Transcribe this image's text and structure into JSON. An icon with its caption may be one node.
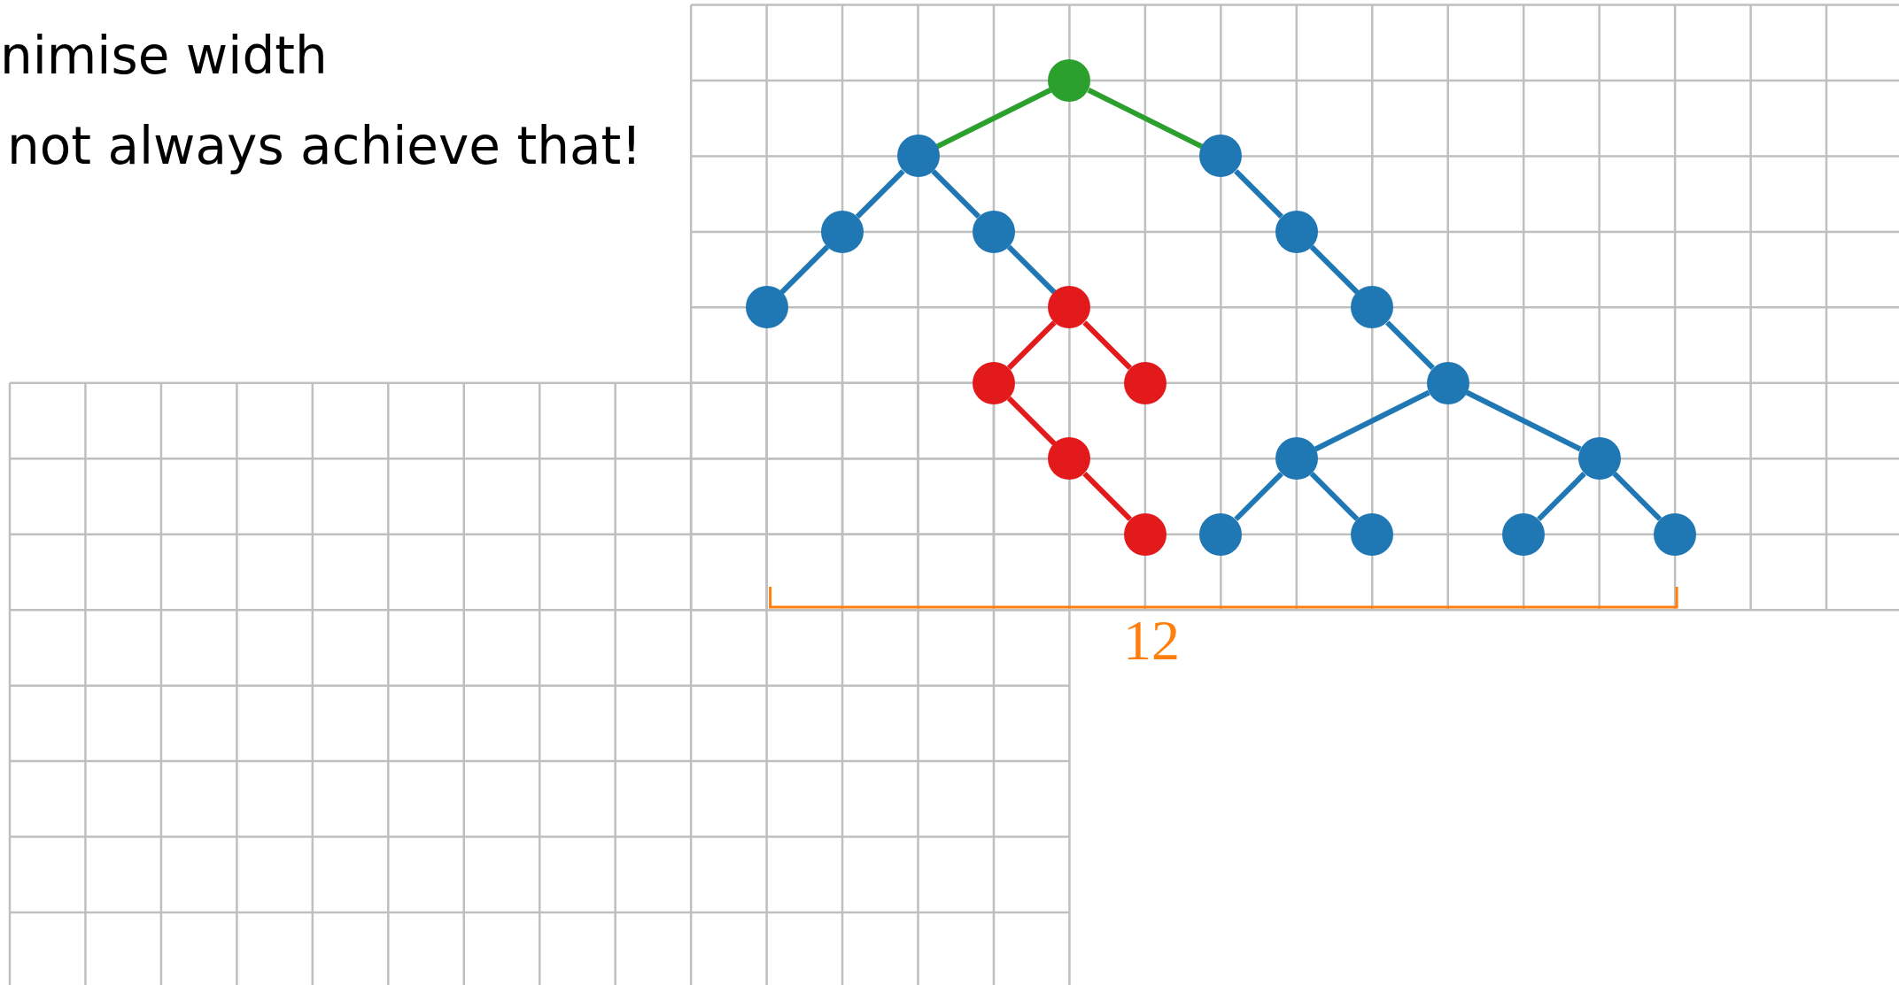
{
  "diagram": {
    "nodes": [
      {
        "text": [],
        "shape": "circle"
      },
      {
        "text": [],
        "shape": "circle"
      },
      {
        "text": [],
        "shape": "circle"
      },
      {
        "text": [],
        "shape": "circle"
      },
      {
        "text": [],
        "shape": "circle"
      },
      {
        "text": [],
        "shape": "circle"
      },
      {
        "text": [],
        "shape": "circle"
      },
      {
        "text": [],
        "shape": "circle"
      },
      {
        "text": [],
        "shape": "circle"
      },
      {
        "text": [],
        "shape": "circle"
      },
      {
        "text": [],
        "shape": "circle"
      },
      {
        "text": [],
        "shape": "circle"
      },
      {
        "text": [],
        "shape": "circle"
      },
      {
        "text": [],
        "shape": "circle"
      },
      {
        "text": [],
        "shape": "circle"
      },
      {
        "text": [],
        "shape": "circle"
      },
      {
        "text": [],
        "shape": "circle"
      },
      {
        "text": [],
        "shape": "circle"
      },
      {
        "text": [],
        "shape": "circle"
      },
      {
        "text": [],
        "shape": "circle"
      }
    ],
    "edges": [
      {
        "from": 0,
        "to": 1,
        "arrow": "none",
        "color": "#2ca02c"
      },
      {
        "from": 0,
        "to": 2,
        "arrow": "none",
        "color": "#2ca02c"
      },
      {
        "from": 1,
        "to": 3,
        "arrow": "none"
      },
      {
        "from": 3,
        "to": 6,
        "arrow": "none"
      },
      {
        "from": 1,
        "to": 4,
        "arrow": "none"
      },
      {
        "from": 4,
        "to": 7,
        "arrow": "none"
      },
      {
        "from": 7,
        "to": 9,
        "arrow": "none",
        "color": "#e31a1c"
      },
      {
        "from": 7,
        "to": 10,
        "arrow": "none",
        "color": "#e31a1c"
      },
      {
        "from": 9,
        "to": 12,
        "arrow": "none",
        "color": "#e31a1c"
      },
      {
        "from": 12,
        "to": 15,
        "arrow": "none",
        "color": "#e31a1c"
      },
      {
        "from": 2,
        "to": 5,
        "arrow": "none"
      },
      {
        "from": 5,
        "to": 8,
        "arrow": "none"
      },
      {
        "from": 8,
        "to": 11,
        "arrow": "none"
      },
      {
        "from": 11,
        "to": 13,
        "arrow": "none"
      },
      {
        "from": 11,
        "to": 14,
        "arrow": "none"
      },
      {
        "from": 13,
        "to": 16,
        "arrow": "none"
      },
      {
        "from": 13,
        "to": 17,
        "arrow": "none"
      },
      {
        "from": 14,
        "to": 18,
        "arrow": "none"
      },
      {
        "from": 14,
        "to": 19,
        "arrow": "none"
      }
    ],
    "labels": [
      "nimise width",
      "not always achieve that!",
      "12"
    ]
  }
}
